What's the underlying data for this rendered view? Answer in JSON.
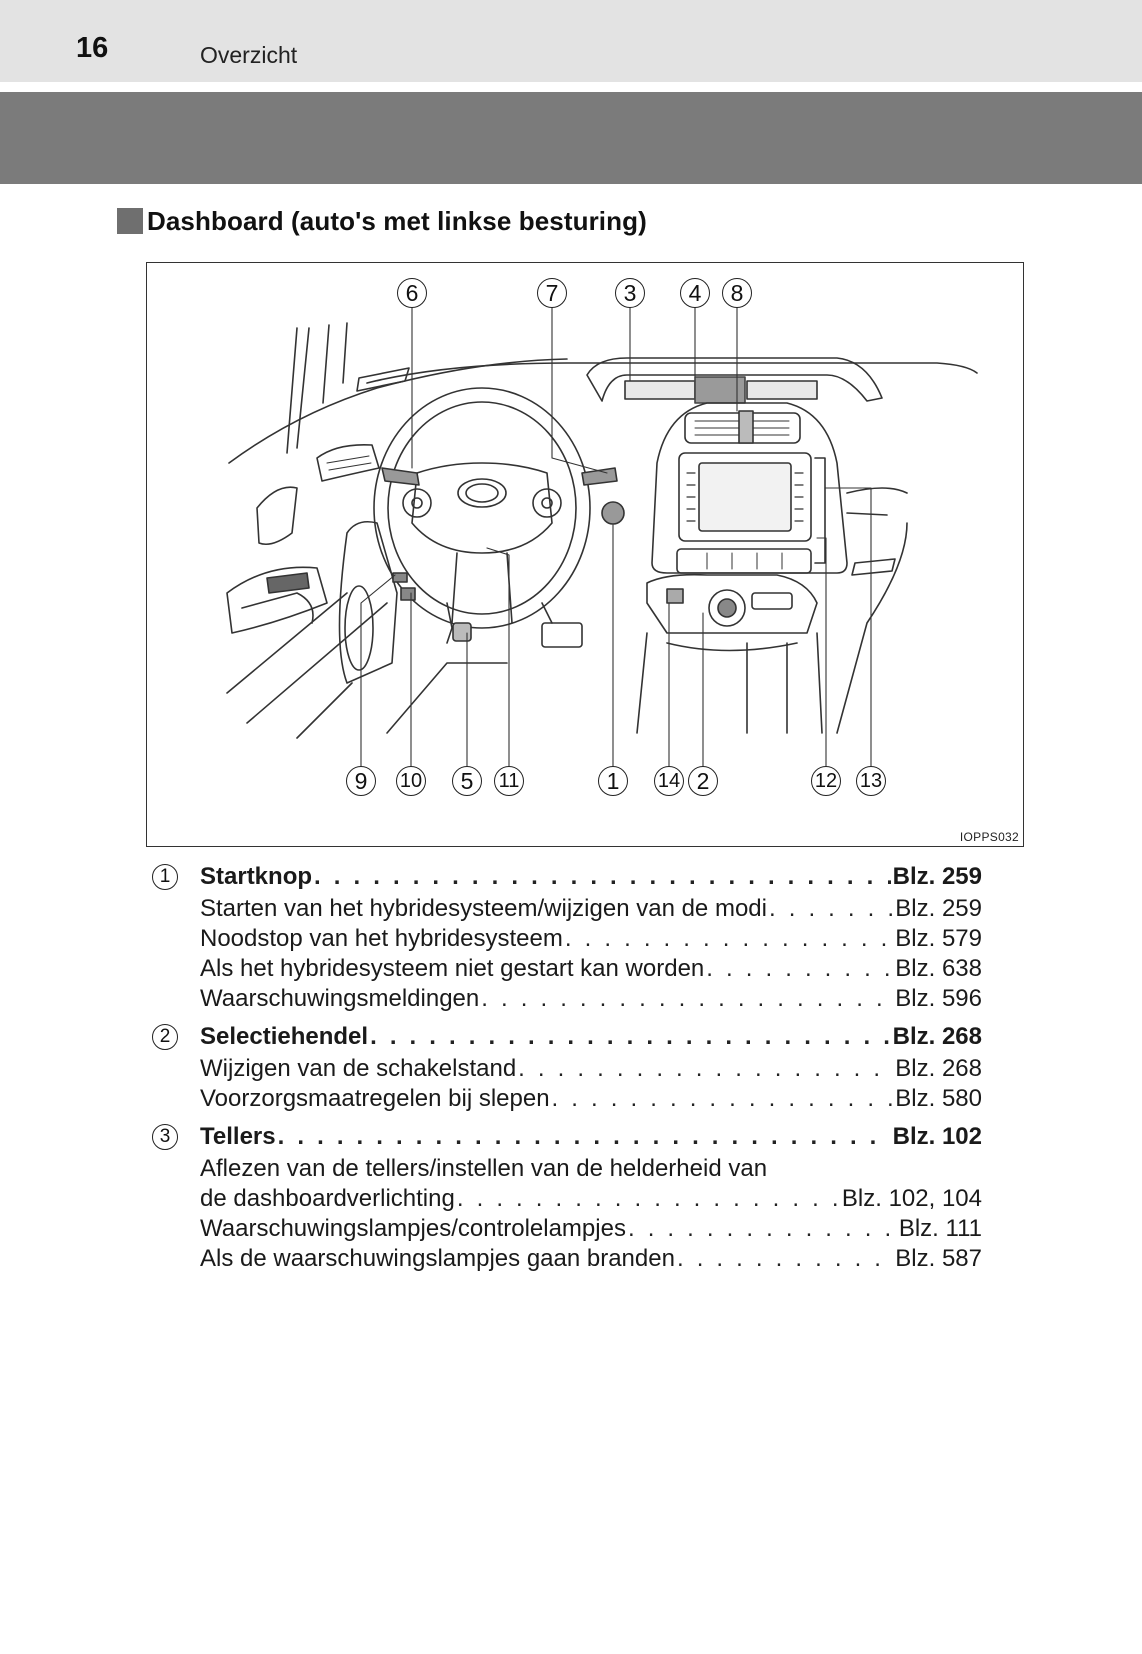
{
  "header": {
    "page_number": "16",
    "running_title": "Overzicht"
  },
  "section": {
    "title": "Dashboard (auto's met linkse besturing)"
  },
  "figure": {
    "code": "IOPPS032",
    "callouts_top": [
      "6",
      "7",
      "3",
      "4",
      "8"
    ],
    "callouts_bottom": [
      "9",
      "10",
      "5",
      "11",
      "1",
      "14",
      "2",
      "12",
      "13"
    ]
  },
  "entries": [
    {
      "num": "1",
      "title": "Startknop",
      "page": "Blz. 259",
      "subs": [
        {
          "text": "Starten van het hybridesysteem/wijzigen van de modi",
          "page": "Blz. 259"
        },
        {
          "text": "Noodstop van het hybridesysteem",
          "page": "Blz. 579"
        },
        {
          "text": "Als het hybridesysteem niet gestart kan worden",
          "page": "Blz. 638"
        },
        {
          "text": "Waarschuwingsmeldingen",
          "page": "Blz. 596"
        }
      ]
    },
    {
      "num": "2",
      "title": "Selectiehendel",
      "page": "Blz. 268",
      "subs": [
        {
          "text": "Wijzigen van de schakelstand",
          "page": "Blz. 268"
        },
        {
          "text": "Voorzorgsmaatregelen bij slepen",
          "page": "Blz. 580"
        }
      ]
    },
    {
      "num": "3",
      "title": "Tellers",
      "page": "Blz. 102",
      "subs_intro": "Aflezen van de tellers/instellen van de helderheid van",
      "subs": [
        {
          "text": "de dashboardverlichting",
          "page": "Blz. 102, 104"
        },
        {
          "text": "Waarschuwingslampjes/controlelampjes",
          "page": "Blz. 111"
        },
        {
          "text": "Als de waarschuwingslampjes gaan branden",
          "page": "Blz. 587"
        }
      ]
    }
  ],
  "colors": {
    "header_bg": "#e3e3e3",
    "band": "#7b7b7b",
    "marker": "#6f6f6f"
  }
}
